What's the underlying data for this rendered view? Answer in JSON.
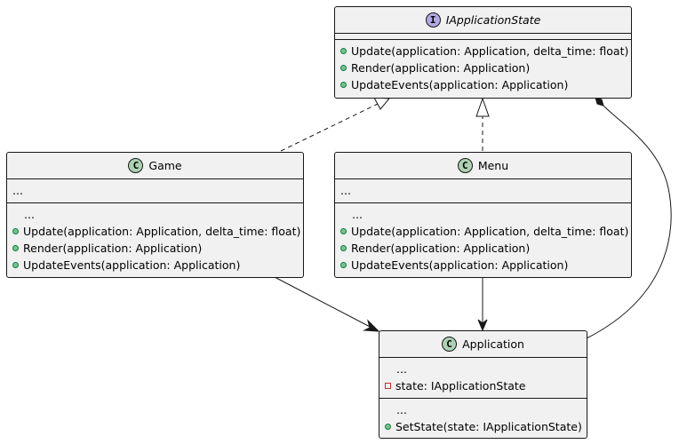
{
  "interface": {
    "stereotype_icon": "I",
    "name": "IApplicationState",
    "fields": [],
    "methods": [
      {
        "visibility": "public",
        "text": "Update(application: Application, delta_time: float)"
      },
      {
        "visibility": "public",
        "text": "Render(application: Application)"
      },
      {
        "visibility": "public",
        "text": "UpdateEvents(application: Application)"
      }
    ]
  },
  "game": {
    "stereotype_icon": "C",
    "name": "Game",
    "fields": [
      {
        "text": "..."
      }
    ],
    "methods": [
      {
        "visibility": "",
        "text": "..."
      },
      {
        "visibility": "public",
        "text": "Update(application: Application, delta_time: float)"
      },
      {
        "visibility": "public",
        "text": "Render(application: Application)"
      },
      {
        "visibility": "public",
        "text": "UpdateEvents(application: Application)"
      }
    ]
  },
  "menu": {
    "stereotype_icon": "C",
    "name": "Menu",
    "fields": [
      {
        "text": "..."
      }
    ],
    "methods": [
      {
        "visibility": "",
        "text": "..."
      },
      {
        "visibility": "public",
        "text": "Update(application: Application, delta_time: float)"
      },
      {
        "visibility": "public",
        "text": "Render(application: Application)"
      },
      {
        "visibility": "public",
        "text": "UpdateEvents(application: Application)"
      }
    ]
  },
  "application": {
    "stereotype_icon": "C",
    "name": "Application",
    "fields": [
      {
        "visibility": "",
        "text": "..."
      },
      {
        "visibility": "private",
        "text": "state: IApplicationState"
      }
    ],
    "methods": [
      {
        "visibility": "",
        "text": "..."
      },
      {
        "visibility": "public",
        "text": "SetState(state: IApplicationState)"
      }
    ]
  },
  "relationships": [
    {
      "from": "Game",
      "to": "IApplicationState",
      "type": "realization"
    },
    {
      "from": "Menu",
      "to": "IApplicationState",
      "type": "realization"
    },
    {
      "from": "Game",
      "to": "Application",
      "type": "association"
    },
    {
      "from": "Menu",
      "to": "Application",
      "type": "association"
    },
    {
      "from": "Application",
      "to": "IApplicationState",
      "type": "composition"
    }
  ],
  "colors": {
    "class_fill": "#f1f1f1",
    "border": "#181818",
    "class_icon": "#add1b2",
    "interface_icon": "#b4a7e5",
    "public_fill": "#84be84",
    "public_border": "#038048",
    "private_border": "#c82930"
  }
}
